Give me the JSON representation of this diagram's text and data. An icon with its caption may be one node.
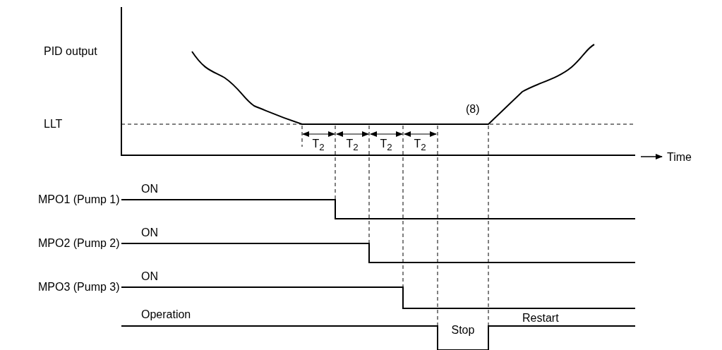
{
  "diagram": {
    "labels": [
      "PID output",
      "(8)",
      "LLT",
      "T$_{2}$",
      "T$_{2}$",
      "T$_{2}$",
      "T$_{2}$",
      "Time",
      "ON",
      "MPO1 (Pump 1)",
      "ON",
      "MPO2 (Pump 2)",
      "ON",
      "MPO3 (Pump 3)",
      "Operation",
      "Restart",
      "Stop"
    ]
  }
}
